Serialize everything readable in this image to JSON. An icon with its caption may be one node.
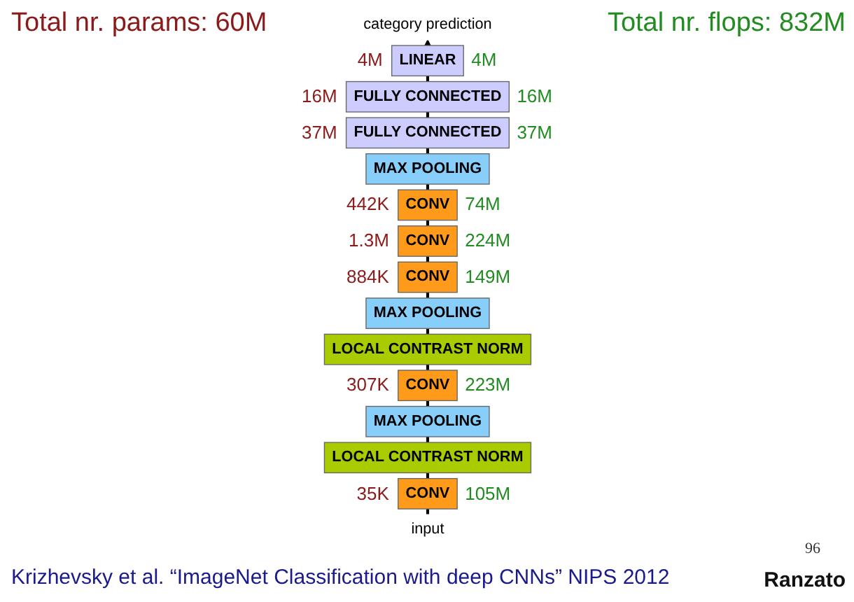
{
  "diagram": {
    "nodes": [
      {
        "text": [
          "category prediction"
        ]
      },
      {
        "text": [
          "LINEAR"
        ],
        "beside": [
          "4M",
          "4M"
        ]
      },
      {
        "text": [
          "FULLY CONNECTED"
        ],
        "beside": [
          "16M",
          "16M"
        ]
      },
      {
        "text": [
          "FULLY CONNECTED"
        ],
        "beside": [
          "37M",
          "37M"
        ]
      },
      {
        "text": [
          "MAX POOLING"
        ]
      },
      {
        "text": [
          "CONV"
        ],
        "beside": [
          "442K",
          "74M"
        ]
      },
      {
        "text": [
          "CONV"
        ],
        "beside": [
          "1.3M",
          "224M"
        ]
      },
      {
        "text": [
          "CONV"
        ],
        "beside": [
          "884K",
          "149M"
        ]
      },
      {
        "text": [
          "MAX POOLING"
        ]
      },
      {
        "text": [
          "LOCAL CONTRAST NORM"
        ]
      },
      {
        "text": [
          "CONV"
        ],
        "beside": [
          "307K",
          "223M"
        ]
      },
      {
        "text": [
          "MAX POOLING"
        ]
      },
      {
        "text": [
          "LOCAL CONTRAST NORM"
        ]
      },
      {
        "text": [
          "CONV"
        ],
        "beside": [
          "35K",
          "105M"
        ]
      },
      {
        "text": [
          "input"
        ]
      }
    ],
    "edges": [
      {
        "from": 14,
        "to": 13,
        "arrow": "none"
      },
      {
        "from": 13,
        "to": 12,
        "arrow": "none"
      },
      {
        "from": 12,
        "to": 11,
        "arrow": "none"
      },
      {
        "from": 11,
        "to": 10,
        "arrow": "none"
      },
      {
        "from": 10,
        "to": 9,
        "arrow": "none"
      },
      {
        "from": 9,
        "to": 8,
        "arrow": "none"
      },
      {
        "from": 8,
        "to": 7,
        "arrow": "none"
      },
      {
        "from": 7,
        "to": 6,
        "arrow": "none"
      },
      {
        "from": 6,
        "to": 5,
        "arrow": "none"
      },
      {
        "from": 5,
        "to": 4,
        "arrow": "none"
      },
      {
        "from": 4,
        "to": 3,
        "arrow": "none"
      },
      {
        "from": 3,
        "to": 2,
        "arrow": "none"
      },
      {
        "from": 2,
        "to": 1,
        "arrow": "none"
      },
      {
        "from": 1,
        "to": 0,
        "arrow": "to"
      }
    ],
    "labels": [
      "Total nr. params: 60M",
      "Total nr. flops: 832M",
      "Krizhevsky et al. “ImageNet Classification with deep CNNs” NIPS 2012",
      "96",
      "Ranzato"
    ]
  }
}
